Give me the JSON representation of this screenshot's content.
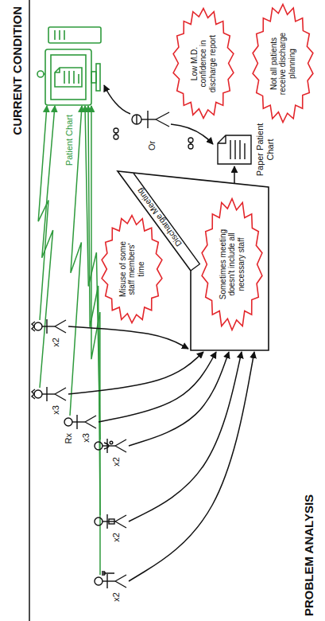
{
  "diagram": {
    "title": "CURRENT CONDITION",
    "nodes": [
      {
        "text": [
          "Patient Chart"
        ]
      },
      {
        "text": [
          "Misuse of some staff members' time"
        ]
      },
      {
        "text": [
          "Discharge Meeting"
        ]
      },
      {
        "text": [
          "Sometimes meeting doesn't include all necessary staff"
        ]
      },
      {
        "text": [
          "Paper Patient Chart"
        ]
      },
      {
        "text": [
          "Low M.D. confidence in discharge report"
        ]
      },
      {
        "text": [
          "Not all patients receive discharge planning"
        ]
      },
      {
        "text": [
          "x2"
        ]
      },
      {
        "text": [
          "x3"
        ]
      },
      {
        "text": [
          "Rx",
          "x3"
        ]
      },
      {
        "text": [
          "x2"
        ]
      },
      {
        "text": [
          "x2"
        ]
      },
      {
        "text": [
          "x2"
        ]
      }
    ],
    "edges": [
      {
        "from": 7,
        "to": 0,
        "arrow": "to"
      },
      {
        "from": 8,
        "to": 0,
        "arrow": "to"
      },
      {
        "from": 9,
        "to": 0,
        "arrow": "to"
      },
      {
        "from": 10,
        "to": 0,
        "arrow": "to"
      },
      {
        "from": 11,
        "to": 0,
        "arrow": "to"
      },
      {
        "from": 12,
        "to": 0,
        "arrow": "to"
      },
      {
        "from": 7,
        "to": 2,
        "arrow": "to"
      },
      {
        "from": 8,
        "to": 2,
        "arrow": "to"
      },
      {
        "from": 9,
        "to": 2,
        "arrow": "to"
      },
      {
        "from": 10,
        "to": 2,
        "arrow": "to"
      },
      {
        "from": 11,
        "to": 2,
        "arrow": "to"
      },
      {
        "from": 12,
        "to": 2,
        "arrow": "to"
      },
      {
        "from": 2,
        "to": 4,
        "arrow": "to"
      }
    ],
    "labels": [
      "Or",
      "PROBLEM ANALYSIS"
    ]
  }
}
